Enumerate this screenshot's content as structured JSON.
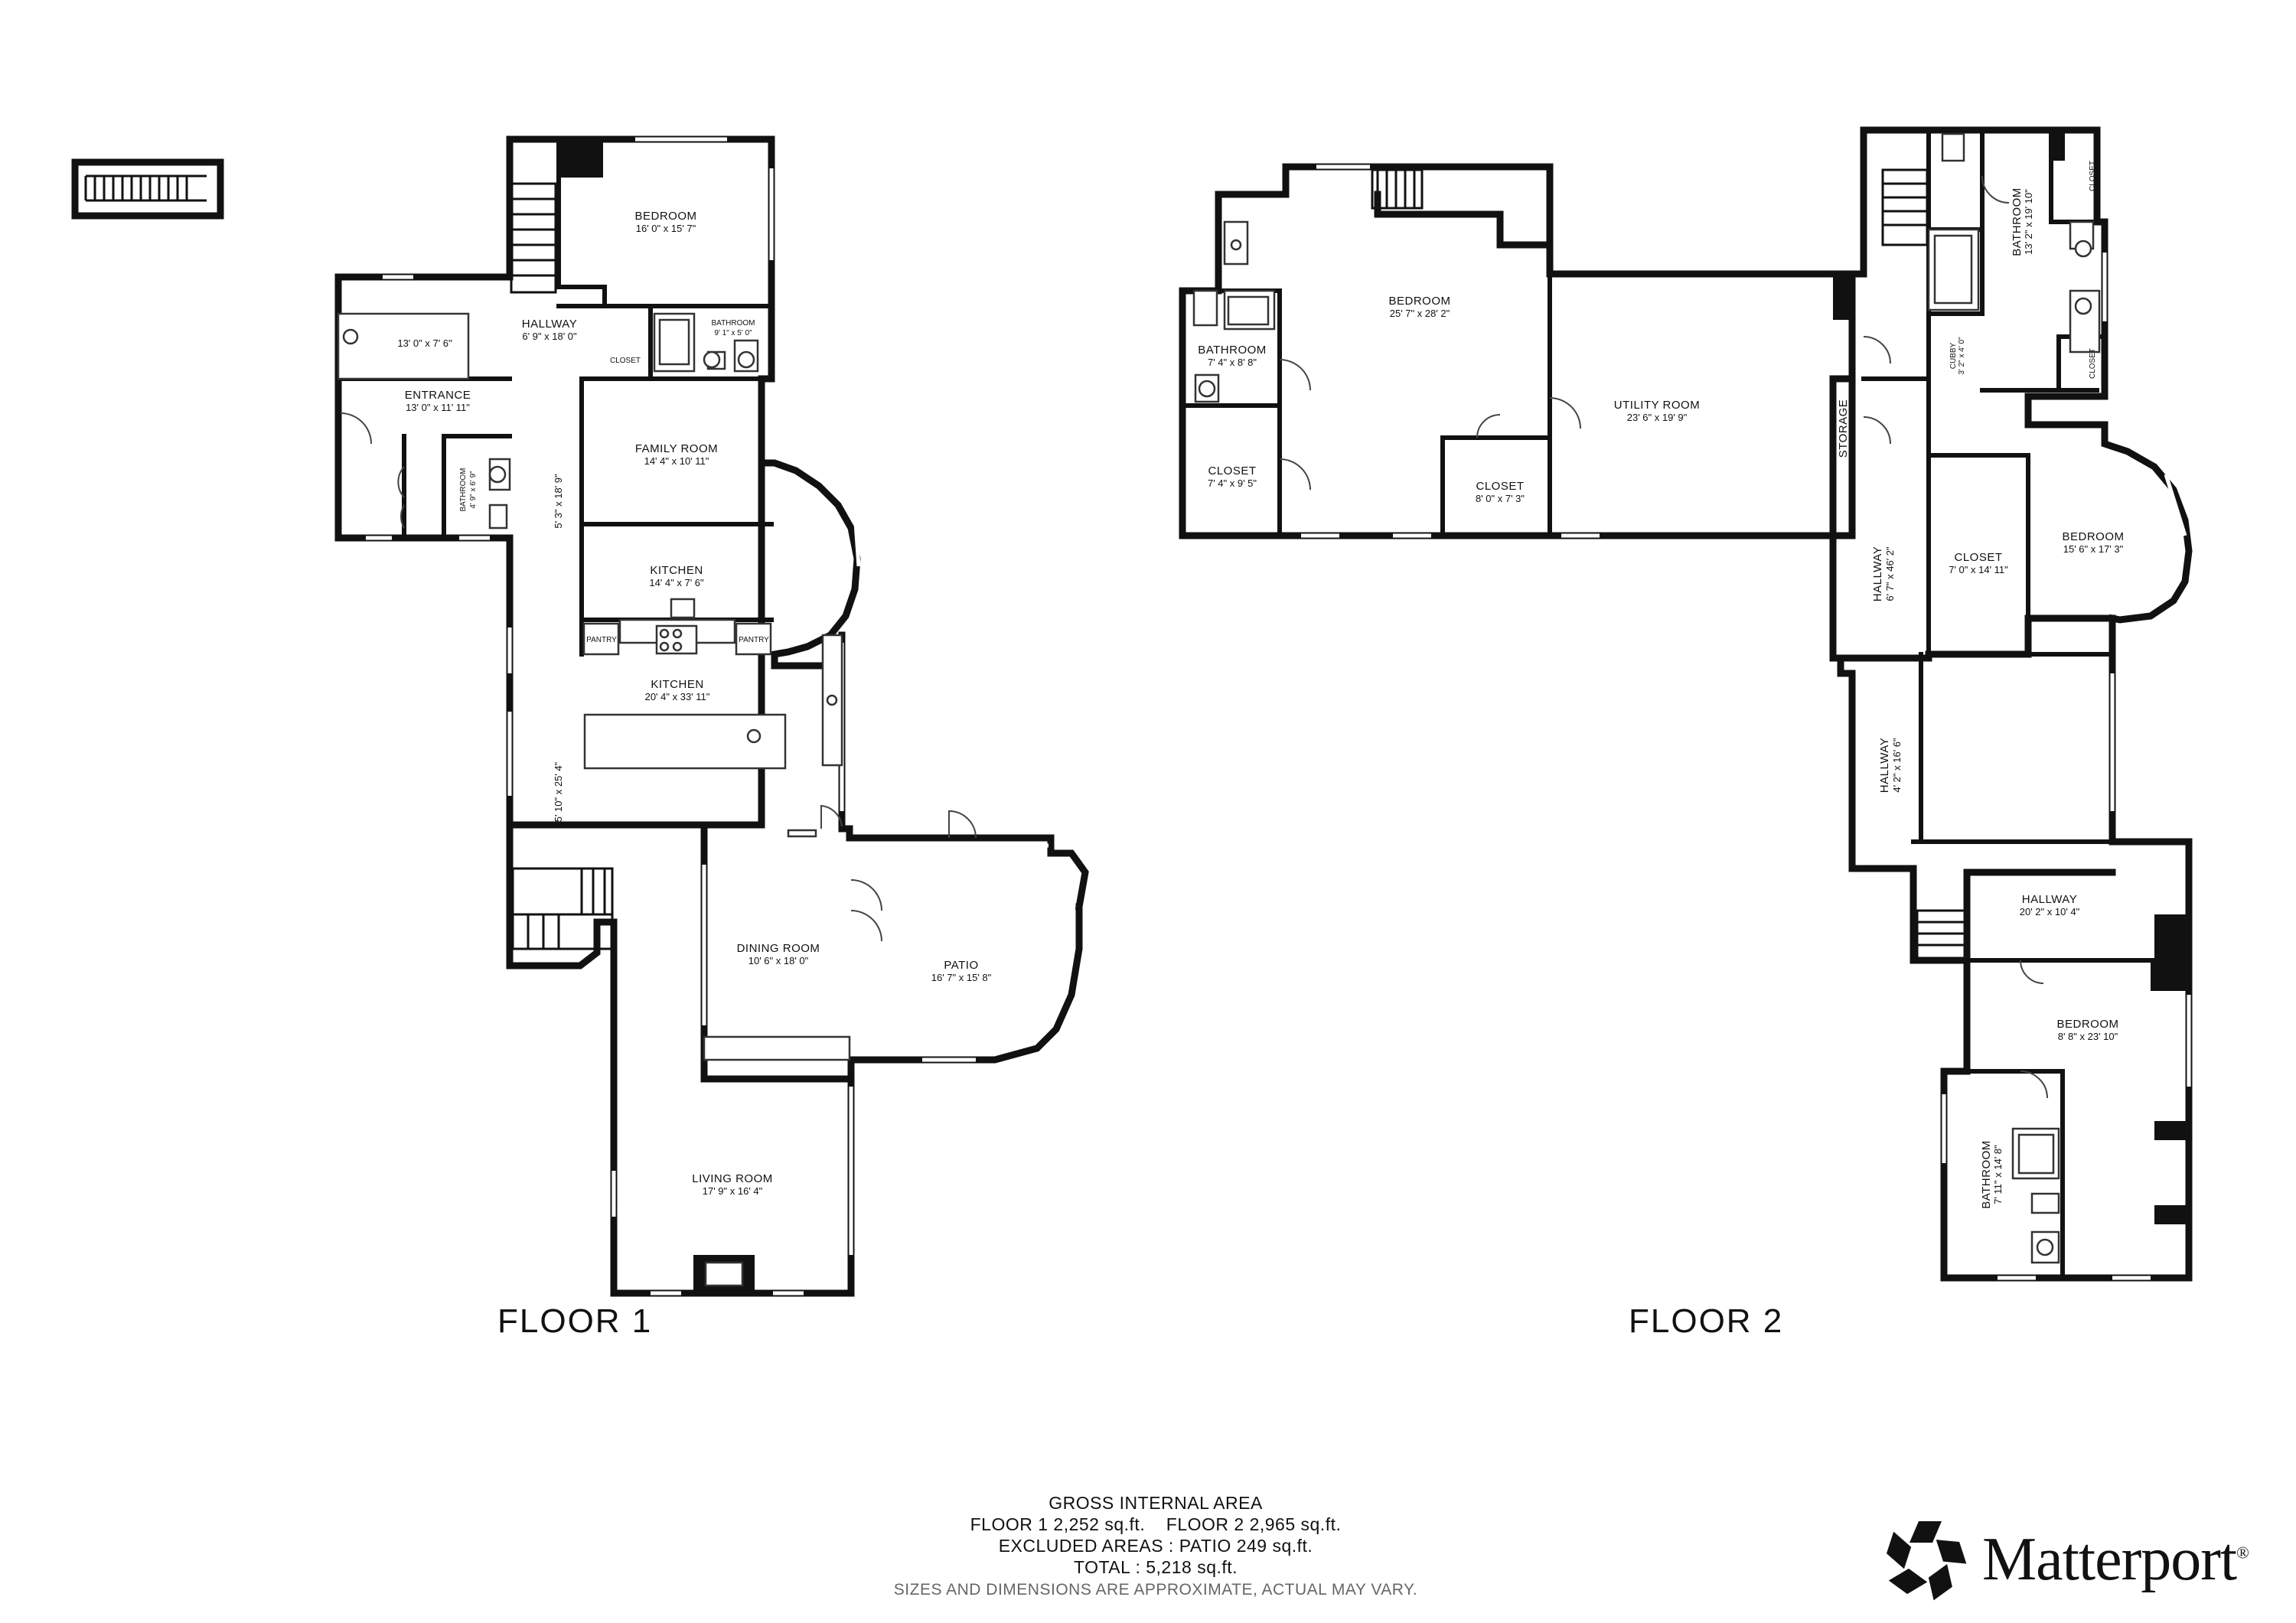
{
  "floors": {
    "floor1": "FLOOR 1",
    "floor2": "FLOOR 2"
  },
  "rooms1": {
    "bedroom": {
      "name": "BEDROOM",
      "dim": "16' 0\" x 15' 7\""
    },
    "hallway": {
      "name": "HALLWAY",
      "dim": "6' 9\" x 18' 0\""
    },
    "bathroom": {
      "name": "BATHROOM",
      "dim": "9' 1\" x 5' 0\""
    },
    "closet": {
      "name": "CLOSET"
    },
    "porch": {
      "dim": "13' 0\" x 7' 6\""
    },
    "entrance": {
      "name": "ENTRANCE",
      "dim": "13' 0\" x 11' 11\""
    },
    "small_bath": {
      "name": "BATHROOM",
      "dim": "4' 9\" x 6' 9\""
    },
    "family": {
      "name": "FAMILY ROOM",
      "dim": "14' 4\" x 10' 11\""
    },
    "corridor": {
      "dim": "5' 3\" x 18' 9\""
    },
    "kitchen_small": {
      "name": "KITCHEN",
      "dim": "14' 4\" x 7' 6\""
    },
    "pantry": "PANTRY",
    "kitchen": {
      "name": "KITCHEN",
      "dim": "20' 4\" x 33' 11\""
    },
    "gallery": {
      "dim": "5' 10\" x 25' 4\""
    },
    "dining": {
      "name": "DINING ROOM",
      "dim": "10' 6\" x 18' 0\""
    },
    "patio": {
      "name": "PATIO",
      "dim": "16' 7\" x 15' 8\""
    },
    "living": {
      "name": "LIVING ROOM",
      "dim": "17' 9\" x 16' 4\""
    }
  },
  "rooms2": {
    "bedroom_big": {
      "name": "BEDROOM",
      "dim": "25' 7\" x 28' 2\""
    },
    "bathroom_left": {
      "name": "BATHROOM",
      "dim": "7' 4\" x 8' 8\""
    },
    "closet_left": {
      "name": "CLOSET",
      "dim": "7' 4\" x 9' 5\""
    },
    "closet_mid": {
      "name": "CLOSET",
      "dim": "8' 0\" x 7' 3\""
    },
    "utility": {
      "name": "UTILITY ROOM",
      "dim": "23' 6\" x 19' 9\""
    },
    "storage": {
      "name": "STORAGE"
    },
    "bath_right": {
      "name": "BATHROOM",
      "dim": "13' 2\" x 19' 10\""
    },
    "closet_tr": {
      "name": "CLOSET"
    },
    "closet_sm": {
      "name": "CLOSET"
    },
    "cubby": {
      "name": "CUBBY",
      "dim": "3' 2\" x 4' 0\""
    },
    "hall_long": {
      "name": "HALLWAY",
      "dim": "6' 7\" x 46' 2\""
    },
    "closet_c": {
      "name": "CLOSET",
      "dim": "7' 0\" x 14' 11\""
    },
    "bed_round": {
      "name": "BEDROOM",
      "dim": "15' 6\" x 17' 3\""
    },
    "hall_mid": {
      "name": "HALLWAY",
      "dim": "4' 2\" x 16' 6\""
    },
    "hall_bot": {
      "name": "HALLWAY",
      "dim": "20' 2\" x 10' 4\""
    },
    "bed_bot": {
      "name": "BEDROOM",
      "dim": "8' 8\" x 23' 10\""
    },
    "bath_bot": {
      "name": "BATHROOM",
      "dim": "7' 11\" x 14' 8\""
    }
  },
  "summary": {
    "line1": "GROSS INTERNAL AREA",
    "line2": "FLOOR 1 2,252 sq.ft.    FLOOR 2 2,965 sq.ft.",
    "line3": "EXCLUDED AREAS :  PATIO 249 sq.ft.",
    "line4": "TOTAL :  5,218 sq.ft.",
    "disclaimer": "SIZES AND DIMENSIONS ARE APPROXIMATE, ACTUAL MAY VARY."
  },
  "brand": {
    "name": "Matterport",
    "mark": "®"
  }
}
